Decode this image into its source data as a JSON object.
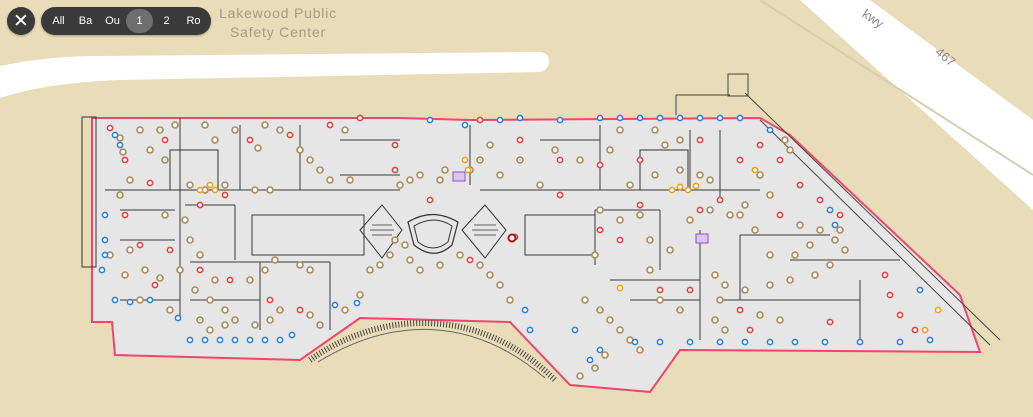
{
  "toolbar": {
    "close_icon": "close-icon",
    "floors": [
      {
        "label": "All",
        "active": false
      },
      {
        "label": "Ba",
        "active": false
      },
      {
        "label": "Ou",
        "active": false
      },
      {
        "label": "1",
        "active": true
      },
      {
        "label": "2",
        "active": false
      },
      {
        "label": "Ro",
        "active": false
      }
    ]
  },
  "map": {
    "place_label_line1": "Lakewood Public",
    "place_label_line2": "Safety Center",
    "road_label": "kwy",
    "road_number": "467"
  },
  "colors": {
    "land": "#e9dcb8",
    "road": "#ffffff",
    "floor_fill": "#e6e6e6",
    "outline": "#f0466e",
    "marker_red": "#e8403c",
    "marker_blue": "#2f7fdc",
    "marker_brown": "#b08a58",
    "marker_orange": "#f0a020"
  }
}
